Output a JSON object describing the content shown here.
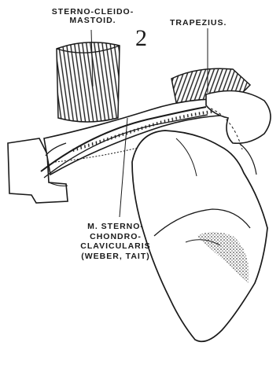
{
  "figure_number": "2",
  "labels": {
    "sternocleidomastoid_line1": "STERNO-CLEIDO-",
    "sternocleidomastoid_line2": "MASTOID.",
    "trapezius": "TRAPEZIUS.",
    "muscle_line1": "M. STERNO-",
    "muscle_line2": "CHONDRO-",
    "muscle_line3": "CLAVICULARIS",
    "muscle_line4": "(WEBER, TAIT)"
  },
  "colors": {
    "ink": "#1a1a1a",
    "paper": "#ffffff"
  }
}
